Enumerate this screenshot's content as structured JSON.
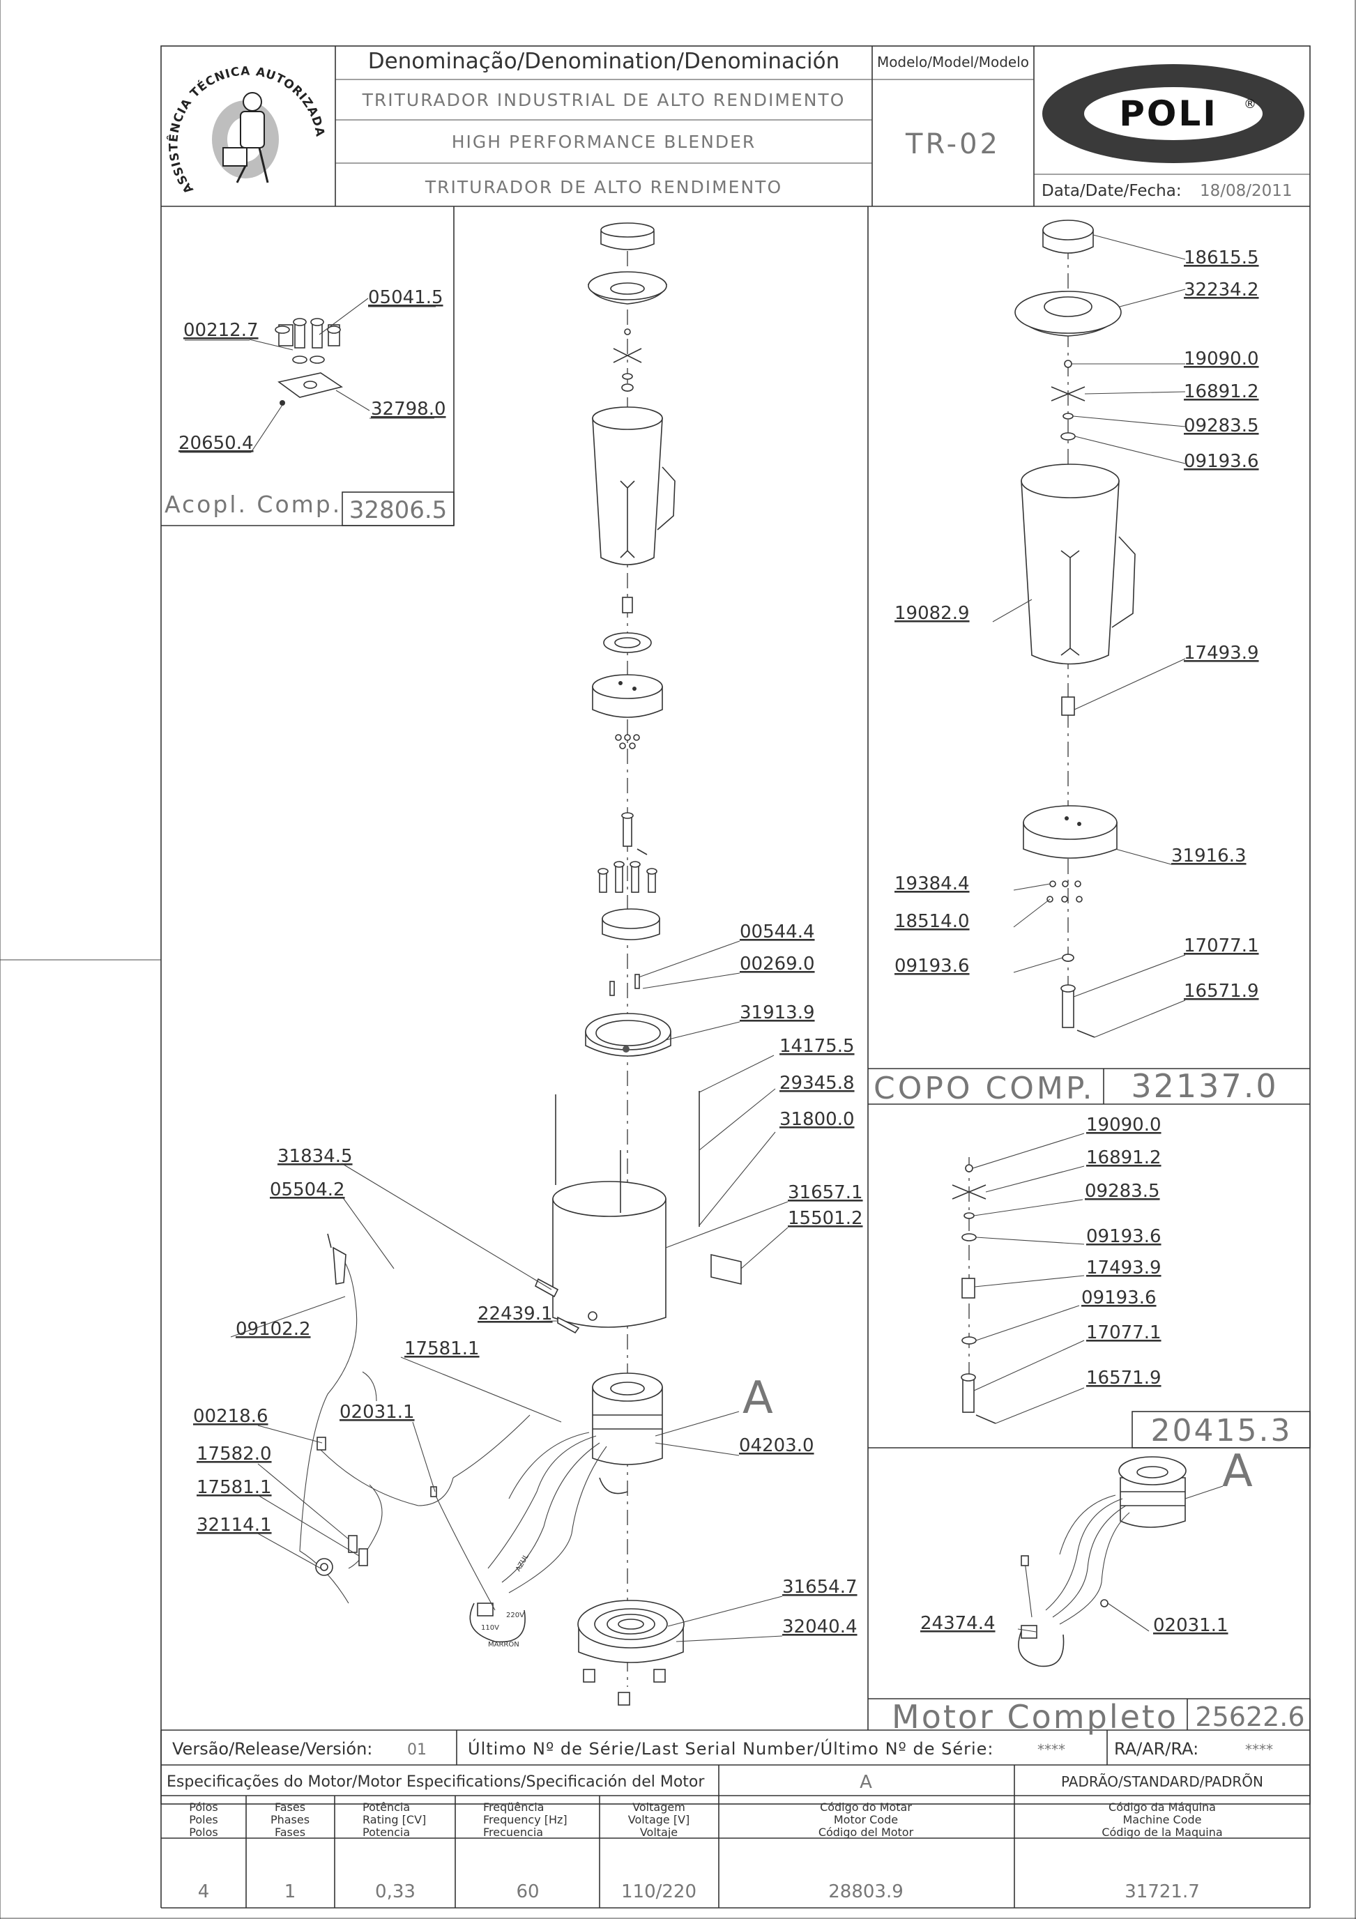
{
  "header": {
    "denomination_label": "Denominação/Denomination/Denominación",
    "names": [
      "TRITURADOR INDUSTRIAL DE ALTO RENDIMENTO",
      "HIGH PERFORMANCE BLENDER",
      "TRITURADOR DE ALTO RENDIMENTO"
    ],
    "model_label": "Modelo/Model/Modelo",
    "model_value": "TR-02",
    "date_label": "Data/Date/Fecha:",
    "date_value": "18/08/2011",
    "brand": "POLI",
    "brand_mark": "®",
    "seal_text": "ASSISTÊNCIA TÉCNICA AUTORIZADA"
  },
  "coupling_box": {
    "parts": [
      "05041.5",
      "00212.7",
      "32798.0",
      "20650.4"
    ],
    "label": "Acopl. Comp.",
    "code": "32806.5"
  },
  "main_parts": {
    "labels": [
      "00544.4",
      "00269.0",
      "31913.9",
      "14175.5",
      "29345.8",
      "31800.0",
      "31834.5",
      "05504.2",
      "31657.1",
      "15501.2",
      "09102.2",
      "22439.1",
      "17581.1",
      "00218.6",
      "02031.1",
      "17582.0",
      "17581.1",
      "32114.1",
      "04203.0",
      "31654.7",
      "32040.4"
    ],
    "callout": "A"
  },
  "cup_box": {
    "parts": [
      "18615.5",
      "32234.2",
      "19090.0",
      "16891.2",
      "09283.5",
      "09193.6",
      "19082.9",
      "17493.9",
      "31916.3",
      "19384.4",
      "18514.0",
      "09193.6",
      "17077.1",
      "16571.9"
    ],
    "label": "COPO COMP.",
    "code": "32137.0"
  },
  "blade_box": {
    "parts": [
      "19090.0",
      "16891.2",
      "09283.5",
      "09193.6",
      "17493.9",
      "09193.6",
      "17077.1",
      "16571.9"
    ],
    "code": "20415.3"
  },
  "motor_box": {
    "callout": "A",
    "parts": [
      "24374.4",
      "02031.1"
    ],
    "label": "Motor Completo",
    "code": "25622.6"
  },
  "wire_labels": [
    "220V",
    "110V",
    "MARRON",
    "AZUL"
  ],
  "footer": {
    "version_label": "Versão/Release/Versión:",
    "version_value": "01",
    "serial_label": "Último Nº de Série/Last Serial Number/Último Nº de Série:",
    "serial_value": "****",
    "ra_label": "RA/AR/RA:",
    "ra_value": "****",
    "spec_label": "Especificações do Motor/Motor Especifications/Specificación del Motor",
    "spec_callout": "A",
    "standard_label": "PADRÃO/STANDARD/PADRÕN",
    "columns": [
      {
        "h": [
          "Pólos",
          "Poles",
          "Polos"
        ],
        "v": "4"
      },
      {
        "h": [
          "Fases",
          "Phases",
          "Fases"
        ],
        "v": "1"
      },
      {
        "h": [
          "Potência",
          "Rating [CV]",
          "Potencia"
        ],
        "v": "0,33"
      },
      {
        "h": [
          "Freqüência",
          "Frequency [Hz]",
          "Frecuencia"
        ],
        "v": "60"
      },
      {
        "h": [
          "Voltagem",
          "Voltage [V]",
          "Voltaje"
        ],
        "v": "110/220"
      },
      {
        "h": [
          "Código do Motar",
          "Motor Code",
          "Código del Motor"
        ],
        "v": "28803.9"
      },
      {
        "h": [
          "Código da Máquina",
          "Machine Code",
          "Código de la Maquina"
        ],
        "v": "31721.7"
      }
    ]
  }
}
